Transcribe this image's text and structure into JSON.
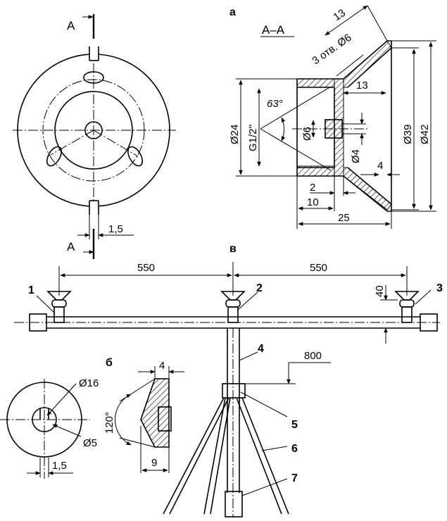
{
  "views": {
    "a": "а",
    "b": "б",
    "v": "в"
  },
  "section": {
    "label": "A–A",
    "arrow_top": "A",
    "arrow_bottom": "A"
  },
  "view_a_dims": {
    "d13_top": "13",
    "holes": "3 отв. Ø6",
    "d13_mid": "13",
    "angle63": "63°",
    "d24": "Ø24",
    "g12": "G1/2''",
    "d6": "Ø6",
    "d4": "Ø4",
    "d39": "Ø39",
    "d42": "Ø42",
    "w4": "4",
    "w2": "2",
    "w10": "10",
    "w25": "25",
    "slot15": "1,5"
  },
  "view_b_dims": {
    "d16": "Ø16",
    "d5": "Ø5",
    "s15": "1,5",
    "w4": "4",
    "a120": "120°",
    "w9": "9"
  },
  "view_v": {
    "d550_left": "550",
    "d550_right": "550",
    "d40": "40",
    "d800": "800",
    "callouts": [
      "1",
      "2",
      "3",
      "4",
      "5",
      "6",
      "7"
    ]
  }
}
